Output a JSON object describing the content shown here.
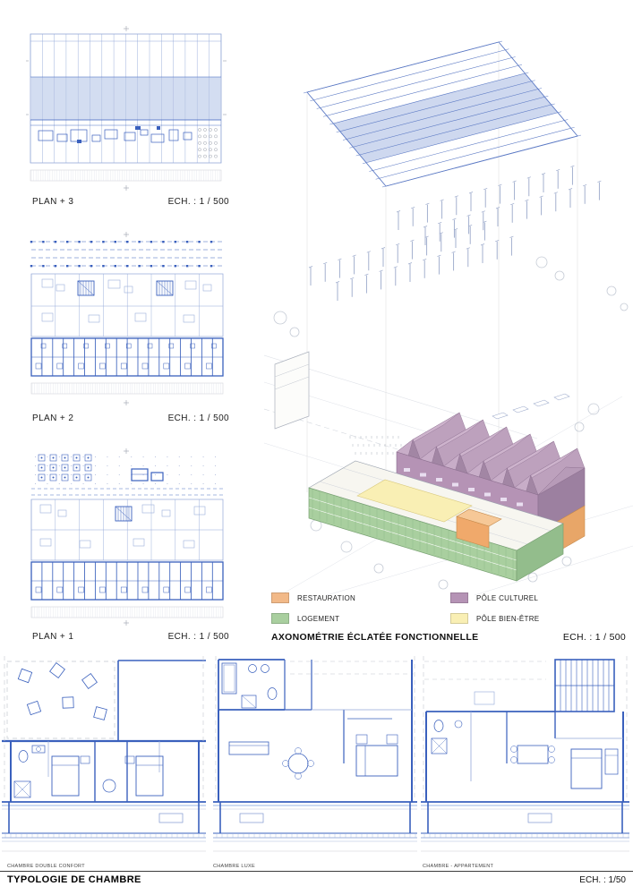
{
  "plans": [
    {
      "label": "PLAN + 3",
      "scale": "ECH. : 1 / 500"
    },
    {
      "label": "PLAN + 2",
      "scale": "ECH. : 1 / 500"
    },
    {
      "label": "PLAN + 1",
      "scale": "ECH. : 1 / 500"
    }
  ],
  "axonometry": {
    "title": "AXONOMÉTRIE ÉCLATÉE FONCTIONNELLE",
    "scale": "ECH. : 1 / 500",
    "legend": [
      {
        "label": "RESTAURATION",
        "color": "#f2b988"
      },
      {
        "label": "LOGEMENT",
        "color": "#a9cf9f"
      },
      {
        "label": "PÔLE CULTUREL",
        "color": "#b593b5"
      },
      {
        "label": "PÔLE BIEN-ÊTRE",
        "color": "#f9efb4"
      }
    ]
  },
  "typology": {
    "title": "TYPOLOGIE DE CHAMBRE",
    "scale": "ECH. : 1/50",
    "rooms": [
      {
        "label": "CHAMBRE DOUBLE CONFORT"
      },
      {
        "label": "CHAMBRE LUXE"
      },
      {
        "label": "CHAMBRE - APPARTEMENT"
      }
    ]
  },
  "colors": {
    "line_blue": "#3a60bd",
    "shaded_roof": "#cfdaf0"
  }
}
